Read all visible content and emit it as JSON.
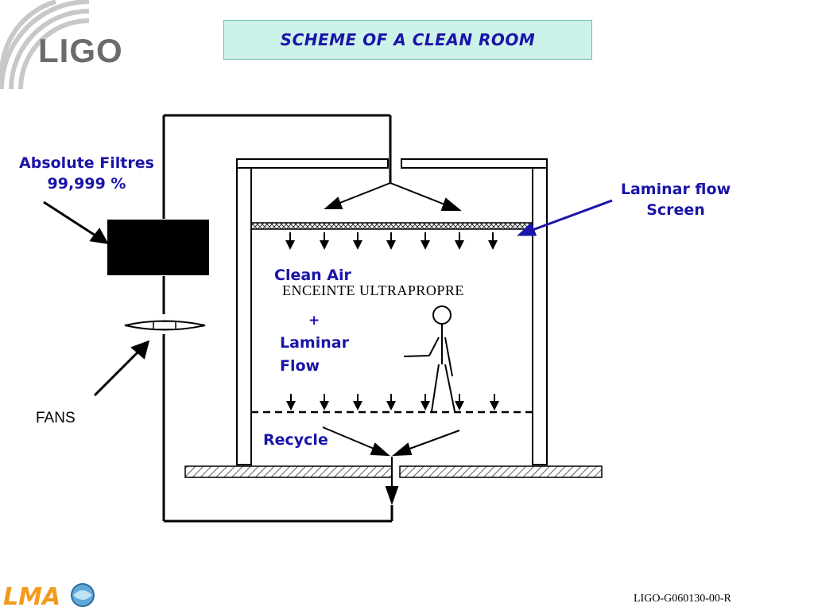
{
  "header": {
    "logo_text": "LIGO",
    "title": "SCHEME OF A CLEAN ROOM"
  },
  "labels": {
    "filters_line1": "Absolute Filtres",
    "filters_line2": "99,999 %",
    "laminar_screen_line1": "Laminar flow",
    "laminar_screen_line2": "Screen",
    "clean_air": "Clean Air",
    "enceinte": "ENCEINTE ULTRAPROPRE",
    "plus": "+",
    "laminar_line1": "Laminar",
    "laminar_line2": "Flow",
    "fans": "FANS",
    "recycle": "Recycle"
  },
  "footer": {
    "doc_code": "LIGO-G060130-00-R",
    "lma_logo_text": "LMA"
  },
  "colors": {
    "label_blue": "#1a14a8",
    "title_bg": "#ccf2ea",
    "lma_orange": "#f29a1f"
  }
}
